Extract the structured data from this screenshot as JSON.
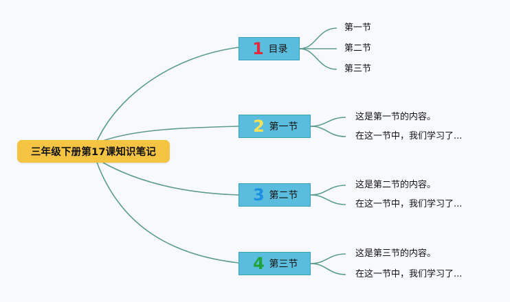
{
  "root": {
    "title": "三年级下册第17课知识笔记"
  },
  "branches": [
    {
      "number": "1",
      "number_color": "#e02b3e",
      "label": "目录",
      "leaves": [
        "第一节",
        "第二节",
        "第三节"
      ]
    },
    {
      "number": "2",
      "number_color": "#f7e25a",
      "label": "第一节",
      "leaves": [
        "这是第一节的内容。",
        "在这一节中，我们学习了..."
      ]
    },
    {
      "number": "3",
      "number_color": "#1e8fe0",
      "label": "第二节",
      "leaves": [
        "这是第二节的内容。",
        "在这一节中，我们学习了..."
      ]
    },
    {
      "number": "4",
      "number_color": "#1fa33a",
      "label": "第三节",
      "leaves": [
        "这是第三节的内容。",
        "在这一节中，我们学习了..."
      ]
    }
  ],
  "colors": {
    "background": "#f8f9fd",
    "root_fill": "#f6c443",
    "branch_fill": "#5bbddd",
    "connector": "#5a9a8c"
  }
}
